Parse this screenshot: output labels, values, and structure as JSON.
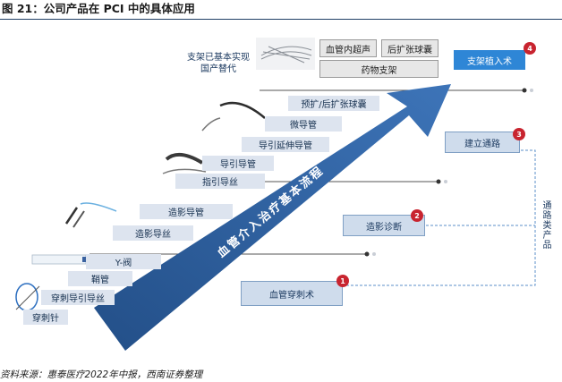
{
  "header": {
    "title": "图 21：公司产品在 PCI 中的具体应用"
  },
  "top_note": {
    "line1": "支架已基本实现",
    "line2": "国产替代"
  },
  "top_products": {
    "ivus": "血管内超声",
    "post_balloon": "后扩张球囊",
    "des": "药物支架"
  },
  "arrow_text": "血管介入治疗基本流程",
  "steps": [
    {
      "number": "1",
      "label": "血管穿刺术"
    },
    {
      "number": "2",
      "label": "造影诊断"
    },
    {
      "number": "3",
      "label": "建立通路"
    },
    {
      "number": "4",
      "label": "支架植入术"
    }
  ],
  "pathway_label": "通路类产品",
  "products": [
    "穿刺针",
    "穿刺导引导丝",
    "鞘管",
    "Y-阀",
    "造影导丝",
    "造影导管",
    "指引导丝",
    "导引导管",
    "导引延伸导管",
    "微导管",
    "预扩/后扩张球囊"
  ],
  "footer": {
    "source": "资料来源：惠泰医疗2022年中报，西南证券整理"
  },
  "colors": {
    "arrow": "#2e5f9e",
    "badge": "#c8242f",
    "stent_box": "#2e86d6",
    "label_bg": "#dde4ef"
  }
}
